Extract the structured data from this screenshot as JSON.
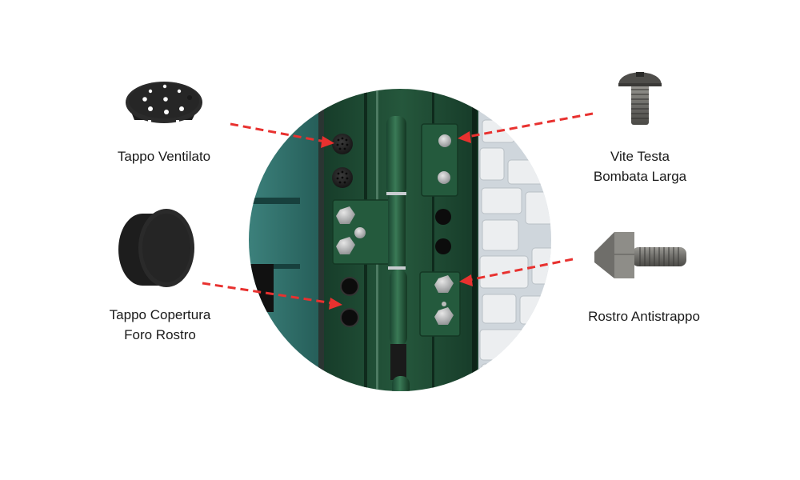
{
  "diagram": {
    "center_photo": "green-door-hinge-closeup",
    "arrow_color": "#e8312f",
    "components": [
      {
        "id": "tappo-ventilato",
        "lines": [
          "Tappo Ventilato"
        ],
        "icon": "vented-cap-icon"
      },
      {
        "id": "tappo-copertura",
        "lines": [
          "Tappo Copertura",
          "Foro Rostro"
        ],
        "icon": "cover-cap-icon"
      },
      {
        "id": "vite-testa",
        "lines": [
          "Vite Testa",
          "Bombata Larga"
        ],
        "icon": "pan-head-screw-icon"
      },
      {
        "id": "rostro",
        "lines": [
          "Rostro Antistrappo"
        ],
        "icon": "anti-lift-bolt-icon"
      }
    ],
    "colors": {
      "door_green": "#1f4a33",
      "panel_teal": "#2e6b66",
      "wall_stone": "#dfe3e7",
      "rubber_black": "#242424",
      "steel": "#8a8a86"
    }
  }
}
